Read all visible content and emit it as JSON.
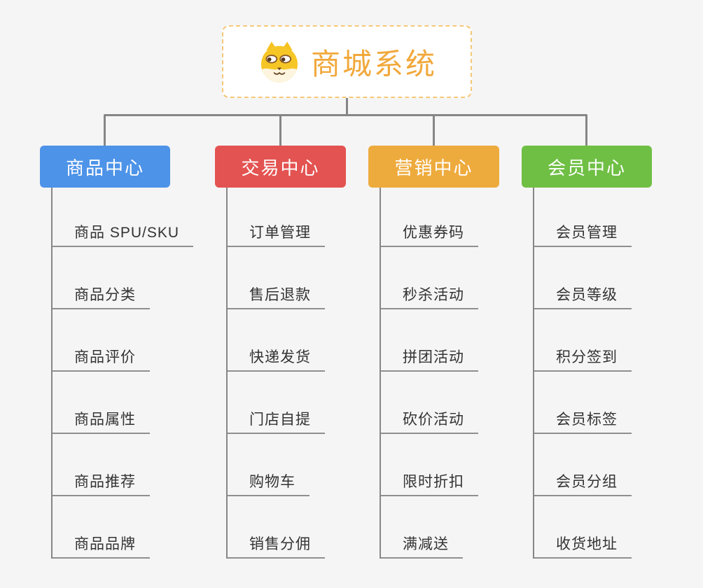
{
  "root": {
    "title": "商城系统",
    "icon": "dog-face-icon"
  },
  "branches": [
    {
      "label": "商品中心",
      "color": "#4d93e8",
      "items": [
        "商品 SPU/SKU",
        "商品分类",
        "商品评价",
        "商品属性",
        "商品推荐",
        "商品品牌"
      ]
    },
    {
      "label": "交易中心",
      "color": "#e35351",
      "items": [
        "订单管理",
        "售后退款",
        "快递发货",
        "门店自提",
        "购物车",
        "销售分佣"
      ]
    },
    {
      "label": "营销中心",
      "color": "#eeab3d",
      "items": [
        "优惠券码",
        "秒杀活动",
        "拼团活动",
        "砍价活动",
        "限时折扣",
        "满减送"
      ]
    },
    {
      "label": "会员中心",
      "color": "#6fbf44",
      "items": [
        "会员管理",
        "会员等级",
        "积分签到",
        "会员标签",
        "会员分组",
        "收货地址"
      ]
    }
  ],
  "colors": {
    "background": "#f5f5f5",
    "root_accent": "#f1a83b",
    "root_border": "#f5c879",
    "connector": "#868686",
    "underline": "#8f8f8f",
    "item_text": "#333333",
    "header_text": "#ffffff"
  }
}
